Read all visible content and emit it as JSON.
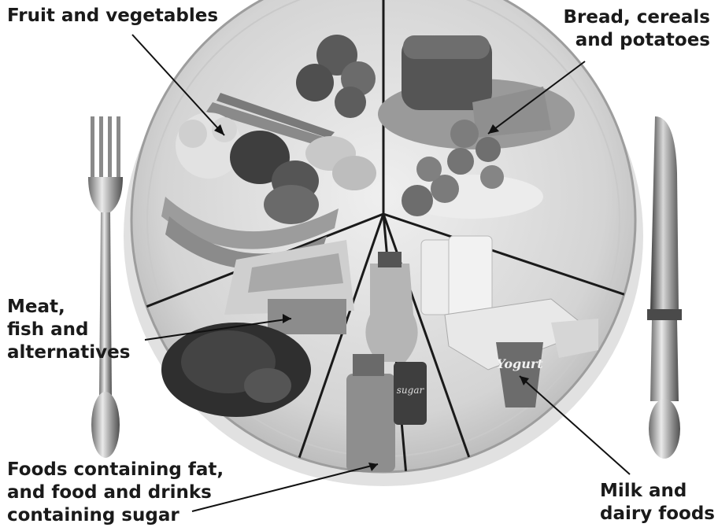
{
  "labels": {
    "fruit_veg": [
      "Fruit and vegetables"
    ],
    "bread": [
      "Bread, cereals",
      "and potatoes"
    ],
    "meat": [
      "Meat,",
      "fish and",
      "alternatives"
    ],
    "fat_sugar": [
      "Foods containing fat,",
      "and food and drinks",
      "containing sugar"
    ],
    "milk": [
      "Milk and",
      "dairy foods"
    ]
  },
  "product_text": {
    "yogurt": "Yogurt",
    "sugar": "sugar"
  },
  "colors": {
    "plate": "#d9d9d9",
    "plate_rim": "#b0b0b0",
    "divider": "#1a1a1a",
    "text": "#1a1a1a",
    "food_dark": "#3a3a3a",
    "food_mid": "#7a7a7a",
    "food_light": "#e6e6e6"
  },
  "icons": [
    "fork-icon",
    "knife-icon"
  ]
}
